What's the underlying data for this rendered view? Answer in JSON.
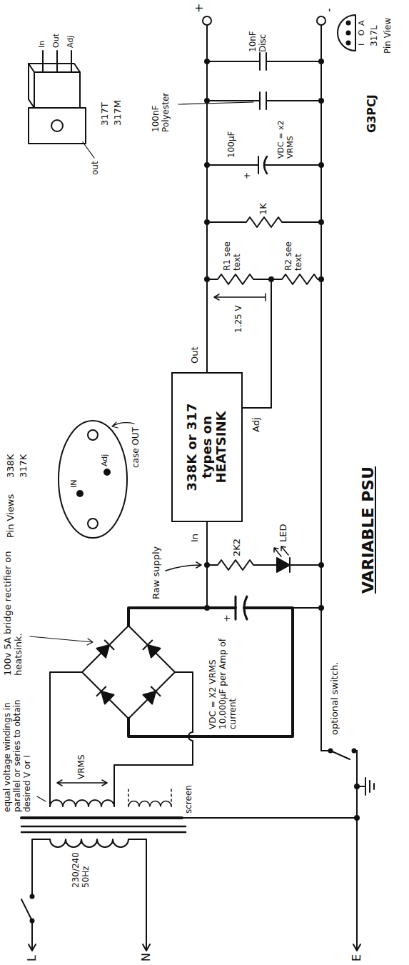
{
  "diagram": {
    "title": "VARIABLE PSU",
    "nodes": [
      {
        "text": [
          "338K or 317 types on HEATSINK"
        ]
      }
    ],
    "labels": [
      "Pin View",
      "I",
      "O",
      "A",
      "317L",
      "Pin Views",
      "338K",
      "317K",
      "IN",
      "Adj",
      "case OUT",
      "out",
      "In",
      "Out",
      "Adj",
      "317T",
      "317M",
      "+",
      "-",
      "10nF Disc",
      "100nF Polyester",
      "+",
      "100µF",
      "VDC = x2 VRMS",
      "1K",
      "R1 see text",
      "R2 see text",
      "Out",
      "1.25 V",
      "Adj",
      "In",
      "2K2",
      "LED",
      "Raw supply",
      "100v 5A bridge rectifier on heatsink.",
      "+",
      "VDC = X2 VRMS 10,000µF per Amp of current",
      "VRMS",
      "equal voltage windings in parallel or series to obtain desired V or I",
      "230/240 50Hz",
      "L",
      "N",
      "E",
      "screen",
      "optional switch.",
      "G3PCJ"
    ]
  }
}
